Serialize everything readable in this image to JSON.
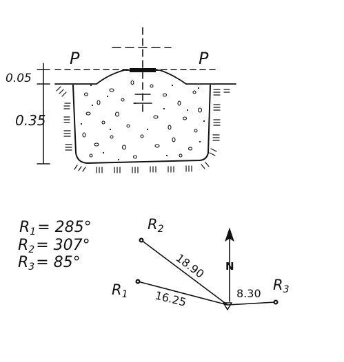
{
  "section": {
    "ground_label_left": "P",
    "ground_label_right": "P",
    "dim_top": "0.05",
    "dim_main": "0.35"
  },
  "bearings": {
    "lines": [
      {
        "prefix": "R",
        "sub": "1",
        "value": "= 285°"
      },
      {
        "prefix": "R",
        "sub": "2",
        "value": "= 307°"
      },
      {
        "prefix": "R",
        "sub": "3",
        "value": "=  85°"
      }
    ]
  },
  "plan": {
    "north_label": "N",
    "references": [
      {
        "prefix": "R",
        "sub": "1",
        "distance": "16.25",
        "bearing_deg": 285
      },
      {
        "prefix": "R",
        "sub": "2",
        "distance": "18.90",
        "bearing_deg": 307
      },
      {
        "prefix": "R",
        "sub": "3",
        "distance": "8.30",
        "bearing_deg": 85
      }
    ]
  }
}
